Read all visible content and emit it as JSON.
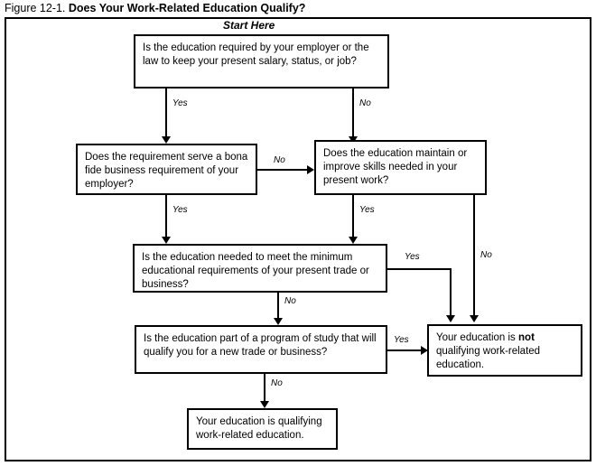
{
  "figure": {
    "label": "Figure 12-1.",
    "name": "Does Your Work-Related Education Qualify?"
  },
  "start_label": "Start Here",
  "nodes": {
    "q1": "Is the education required by your employer or the law to keep your present salary, status, or job?",
    "q2": "Does the requirement serve a bona fide business requirement of your employer?",
    "q3": "Does the education maintain or improve skills needed in your present work?",
    "q4": "Is the education needed to meet the minimum educational requirements of your present trade or business?",
    "q5": "Is the education part of a program of study that will qualify you for a new trade or business?",
    "not_qualifying_pre": "Your education is ",
    "not_qualifying_bold": "not",
    "not_qualifying_post": " qualifying work-related education.",
    "qualifying": "Your education is qualifying work-related education."
  },
  "edges": {
    "q1_yes": "Yes",
    "q1_no": "No",
    "q2_no": "No",
    "q2_yes": "Yes",
    "q3_yes": "Yes",
    "q3_no": "No",
    "q4_yes": "Yes",
    "q4_no": "No",
    "q5_yes": "Yes",
    "q5_no": "No"
  },
  "colors": {
    "line": "#000000",
    "background": "#ffffff"
  }
}
